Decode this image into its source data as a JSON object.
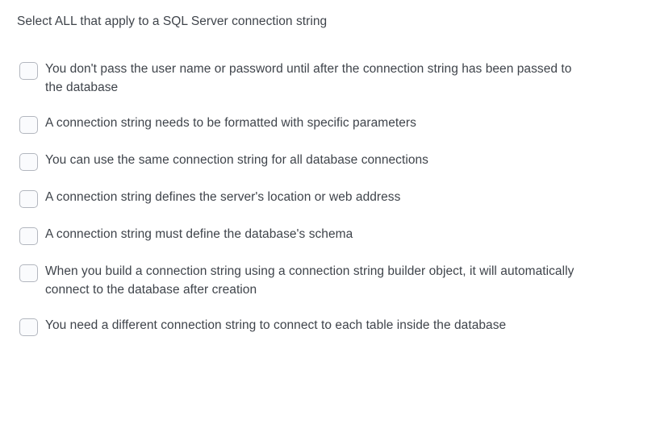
{
  "question": {
    "prompt": "Select ALL that apply to a SQL Server connection string",
    "type": "multiple-select",
    "options": [
      {
        "label": "You don't pass the user name or password until after the connection string has been passed to the database",
        "checked": false
      },
      {
        "label": "A connection string needs to be formatted with specific parameters",
        "checked": false
      },
      {
        "label": "You can use the same connection string for all database connections",
        "checked": false
      },
      {
        "label": "A connection string defines the server's location or web address",
        "checked": false
      },
      {
        "label": "A connection string must define the database's schema",
        "checked": false
      },
      {
        "label": "When you build a connection string using a connection string builder object, it will automatically connect to the database after creation",
        "checked": false
      },
      {
        "label": "You need a different connection string to connect to each table inside the database",
        "checked": false
      }
    ]
  },
  "colors": {
    "text": "#3f444b",
    "checkbox_border": "#b3b7bf",
    "checkbox_fill": "#fafbfd",
    "background": "#ffffff"
  }
}
